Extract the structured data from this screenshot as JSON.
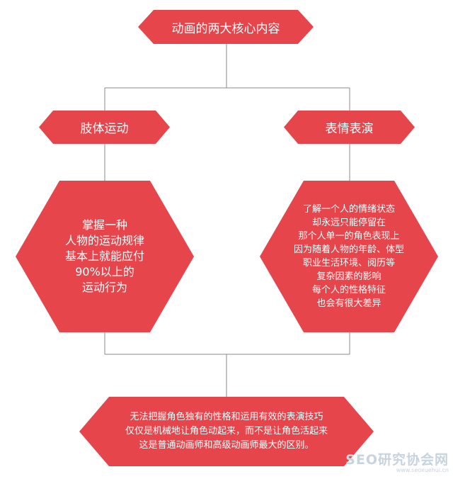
{
  "diagram": {
    "root": "动画的两大核心内容",
    "branches": [
      {
        "title": "肢体运动",
        "lines": [
          "掌握一种",
          "人物的运动规律",
          "基本上就能应付",
          "90%以上的",
          "运动行为"
        ]
      },
      {
        "title": "表情表演",
        "lines": [
          "了解一个人的情绪状态",
          "却永远只能停留在",
          "那个人单一的角色表现上",
          "因为随着人物的年龄、体型",
          "职业生活环境、阅历等",
          "复杂因素的影响",
          "每个人的性格特征",
          "也会有很大差异"
        ]
      }
    ],
    "conclusion": {
      "lines": [
        "无法把握角色独有的性格和运用有效的表演技巧",
        "仅仅是机械地让角色动起来，而不是让角色活起来",
        "这是普通动画师和高级动画师最大的区别。"
      ]
    }
  },
  "watermark": {
    "main": "SEO研究协会网",
    "sub": "www.seoxuehui.cn"
  },
  "colors": {
    "node_fill": "#e5454b",
    "node_text": "#ffffff",
    "connector": "#8a8a8a",
    "watermark": "#c7d3de"
  }
}
